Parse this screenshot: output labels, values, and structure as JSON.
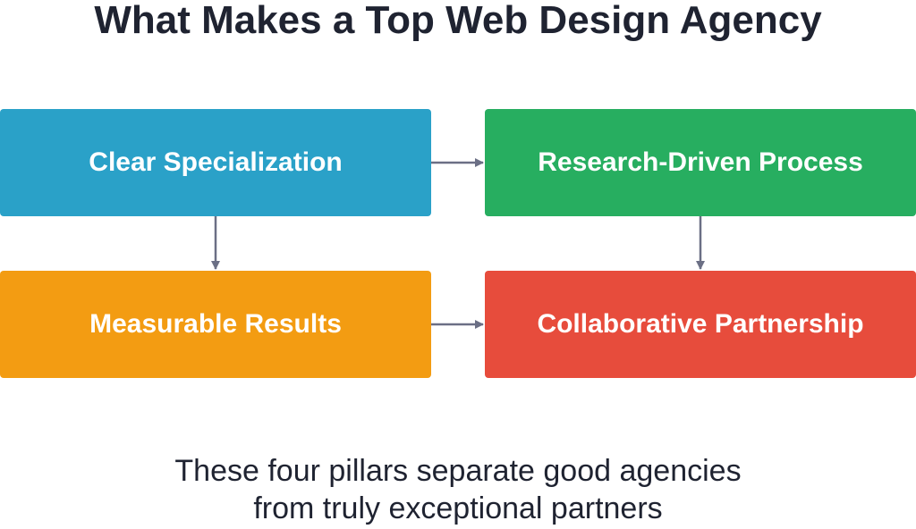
{
  "title": "What Makes a Top Web Design Agency",
  "nodes": {
    "clear_specialization": {
      "label": "Clear Specialization",
      "color": "#2aa1c8"
    },
    "research_driven": {
      "label": "Research-Driven Process",
      "color": "#27ae60"
    },
    "measurable_results": {
      "label": "Measurable Results",
      "color": "#f39c12"
    },
    "collaborative": {
      "label": "Collaborative Partnership",
      "color": "#e74c3c"
    }
  },
  "edges": [
    {
      "from": "Clear Specialization",
      "to": "Research-Driven Process"
    },
    {
      "from": "Clear Specialization",
      "to": "Measurable Results"
    },
    {
      "from": "Research-Driven Process",
      "to": "Collaborative Partnership"
    },
    {
      "from": "Measurable Results",
      "to": "Collaborative Partnership"
    }
  ],
  "connector_color": "#6b6f85",
  "caption": {
    "line1": "These four pillars separate good agencies",
    "line2": "from truly exceptional partners"
  }
}
